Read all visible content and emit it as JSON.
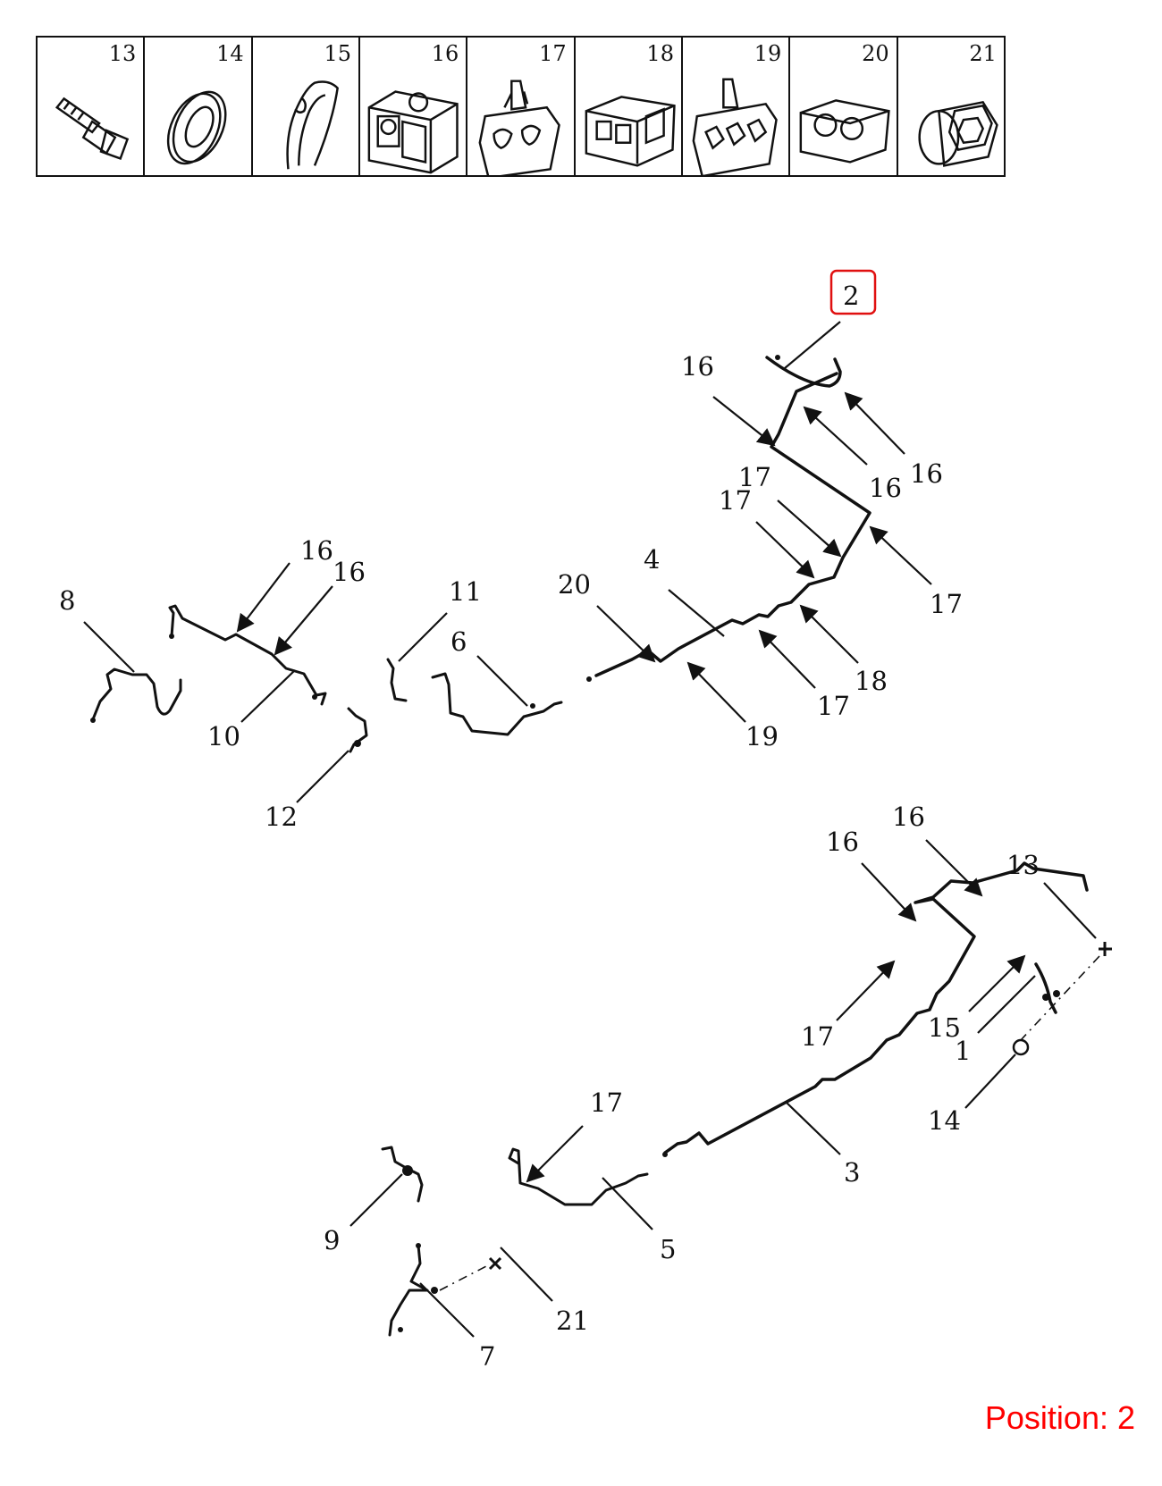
{
  "legend": [
    {
      "number": "13",
      "icon": "bolt-icon"
    },
    {
      "number": "14",
      "icon": "washer-icon"
    },
    {
      "number": "15",
      "icon": "spring-clip-icon"
    },
    {
      "number": "16",
      "icon": "box-clip-icon"
    },
    {
      "number": "17",
      "icon": "push-clip-icon"
    },
    {
      "number": "18",
      "icon": "double-clip-icon"
    },
    {
      "number": "19",
      "icon": "multi-push-clip-icon"
    },
    {
      "number": "20",
      "icon": "tube-clip-icon"
    },
    {
      "number": "21",
      "icon": "flange-nut-icon"
    }
  ],
  "callouts": {
    "c2": "2",
    "c16a": "16",
    "c16b": "16",
    "c16c": "16",
    "c17a": "17",
    "c17b": "17",
    "c17c": "17",
    "c4": "4",
    "c20": "20",
    "c18": "18",
    "c17d": "17",
    "c19": "19",
    "c8": "8",
    "c16d": "16",
    "c16e": "16",
    "c10": "10",
    "c12": "12",
    "c11": "11",
    "c6": "6",
    "c16f": "16",
    "c16g": "16",
    "c13": "13",
    "c17e": "17",
    "c15": "15",
    "c1": "1",
    "c14": "14",
    "c3": "3",
    "c17f": "17",
    "c5": "5",
    "c9": "9",
    "c21": "21",
    "c7": "7"
  },
  "position_text": "Position: 2",
  "highlight_color": "#e01010"
}
